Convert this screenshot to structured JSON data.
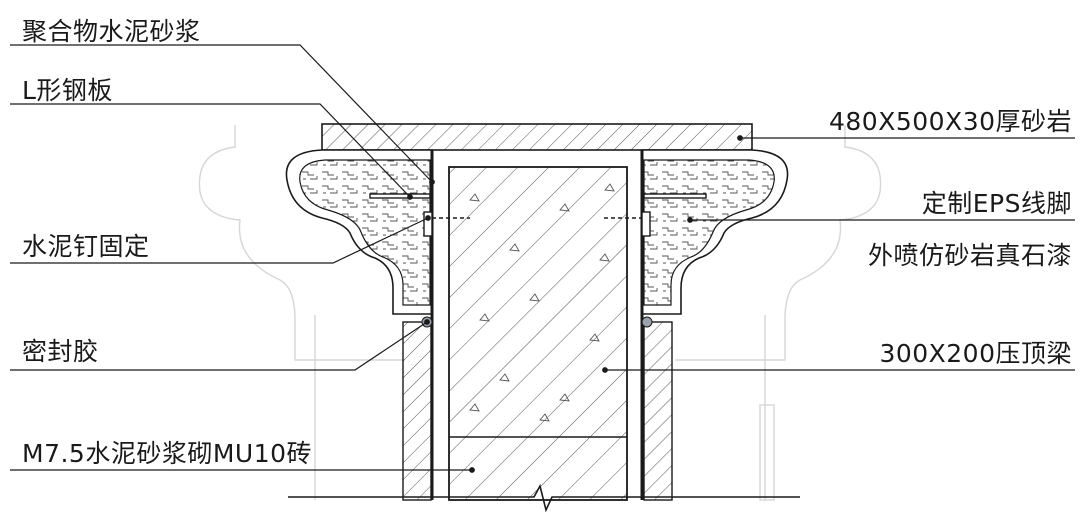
{
  "labels": {
    "polymer_mortar": "聚合物水泥砂浆",
    "l_steel_plate": "L形钢板",
    "cement_nail": "水泥钉固定",
    "sealant": "密封胶",
    "masonry": "M7.5水泥砂浆砌MU10砖",
    "sandstone_cap": "480X500X30厚砂岩",
    "eps_molding": "定制EPS线脚",
    "stone_paint": "外喷仿砂岩真石漆",
    "beam": "300X200压顶梁"
  },
  "colors": {
    "line": "#1a1a1a",
    "ghost": "#d6d6d6",
    "sealant": "#9aa3ad"
  }
}
